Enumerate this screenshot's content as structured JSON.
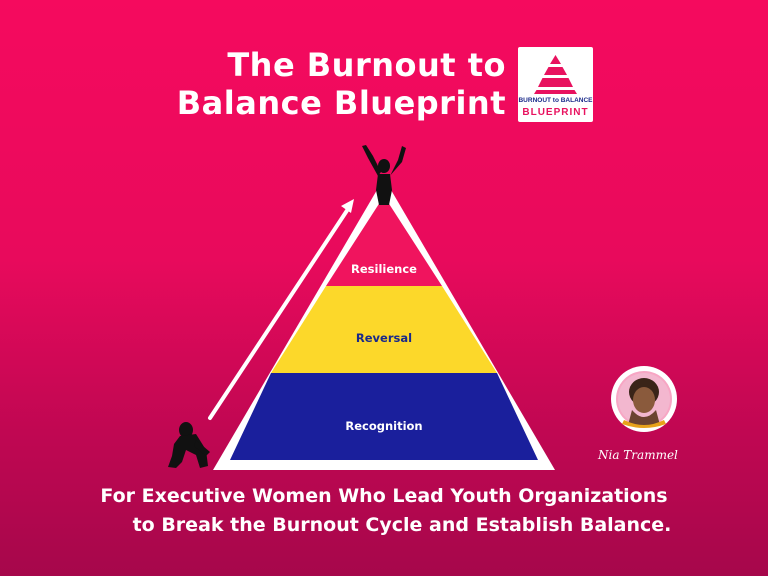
{
  "title": {
    "line1": "The Burnout to",
    "line2": "Balance Blueprint"
  },
  "logo": {
    "line1": "BURNOUT to BALANCE",
    "line2": "BLUEPRINT",
    "colors": {
      "pink": "#e8125f",
      "navy": "#1a2a8a"
    }
  },
  "pyramid": {
    "levels": [
      {
        "label": "Resilience",
        "color": "#f0145e",
        "text_color": "#ffffff"
      },
      {
        "label": "Reversal",
        "color": "#fcd82a",
        "text_color": "#1a2a8a"
      },
      {
        "label": "Recognition",
        "color": "#1a1f9c",
        "text_color": "#ffffff"
      }
    ],
    "border_color": "#ffffff"
  },
  "figures": {
    "top": "woman-celebrating-icon",
    "bottom": "woman-sitting-icon",
    "arrow": "arrow-up-right-icon"
  },
  "author": {
    "signature": "Nia Trammel",
    "photo": "avatar-photo"
  },
  "tagline": {
    "line1": "For Executive Women Who Lead Youth Organizations",
    "line2": "to Break the Burnout Cycle and Establish Balance."
  }
}
